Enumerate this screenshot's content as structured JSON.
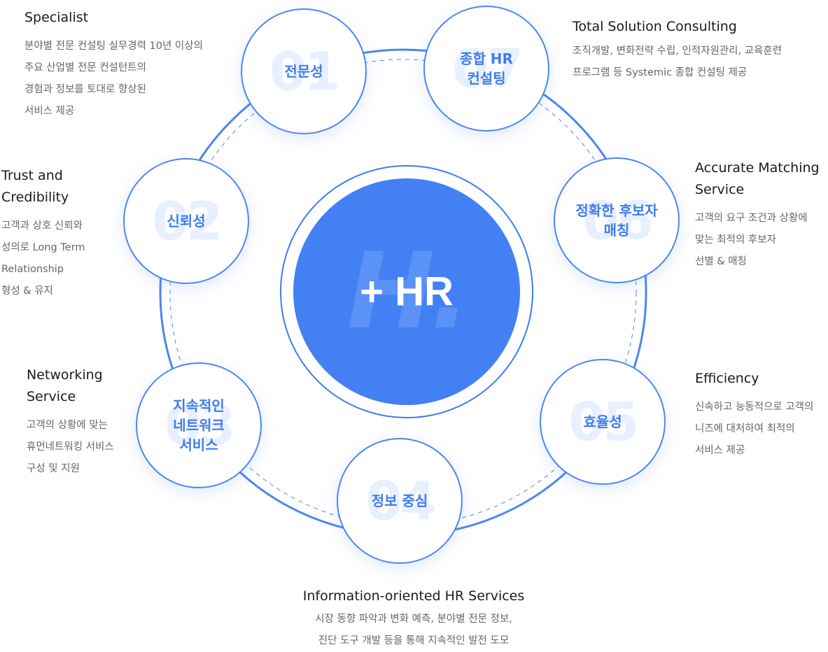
{
  "center": {
    "label": "+ HR",
    "decoration": "H."
  },
  "nodes": [
    {
      "number": "01",
      "label": "전문성"
    },
    {
      "number": "02",
      "label": "신뢰성"
    },
    {
      "number": "03",
      "label": "지속적인\n네트워크\n서비스"
    },
    {
      "number": "04",
      "label": "정보 중심"
    },
    {
      "number": "05",
      "label": "효율성"
    },
    {
      "number": "06",
      "label": "정확한 후보자\n매칭"
    },
    {
      "number": "07",
      "label": "종합 HR\n컨설팅"
    }
  ],
  "descriptions": {
    "d01": {
      "title": "Specialist",
      "body": "분야별 전문 컨설팅  실무경력 10년 이상의\n주요 산업별 전문  컨설턴트의\n경험과 정보를 토대로 향상된\n서비스 제공"
    },
    "d02": {
      "title": "Trust and\nCredibility",
      "body": "고객과 상호 신뢰와\n성의로 Long Term\nRelationship\n형성 & 유지"
    },
    "d03": {
      "title": "Networking\nService",
      "body": "고객의 상황에 맞는\n휴먼네트워킹 서비스\n구성 및 지원"
    },
    "d04": {
      "title": "Information-oriented HR Services",
      "body": "시장 동향 파악과 변화 예측, 분야별 전문 정보,\n진단 도구 개발 등을 통해 지속적인 발전 도모"
    },
    "d05": {
      "title": "Efficiency",
      "body": "신속하고 능동적으로 고객의\n니즈에 대처하여 최적의\n서비스 제공"
    },
    "d06": {
      "title": "Accurate Matching\nService",
      "body": "고객의 요구 조건과 상황에\n맞는 최적의 후보자\n선별 & 매칭"
    },
    "d07": {
      "title": "Total Solution Consulting",
      "body": "조직개발, 변화전략 수립, 인적자원관리, 교육훈련\n프로그램 등 Systemic 종합 컨설팅 제공"
    }
  },
  "colors": {
    "accent": "#4380f4",
    "ring": "#4d86f1",
    "watermark": "#e8f0ff"
  }
}
